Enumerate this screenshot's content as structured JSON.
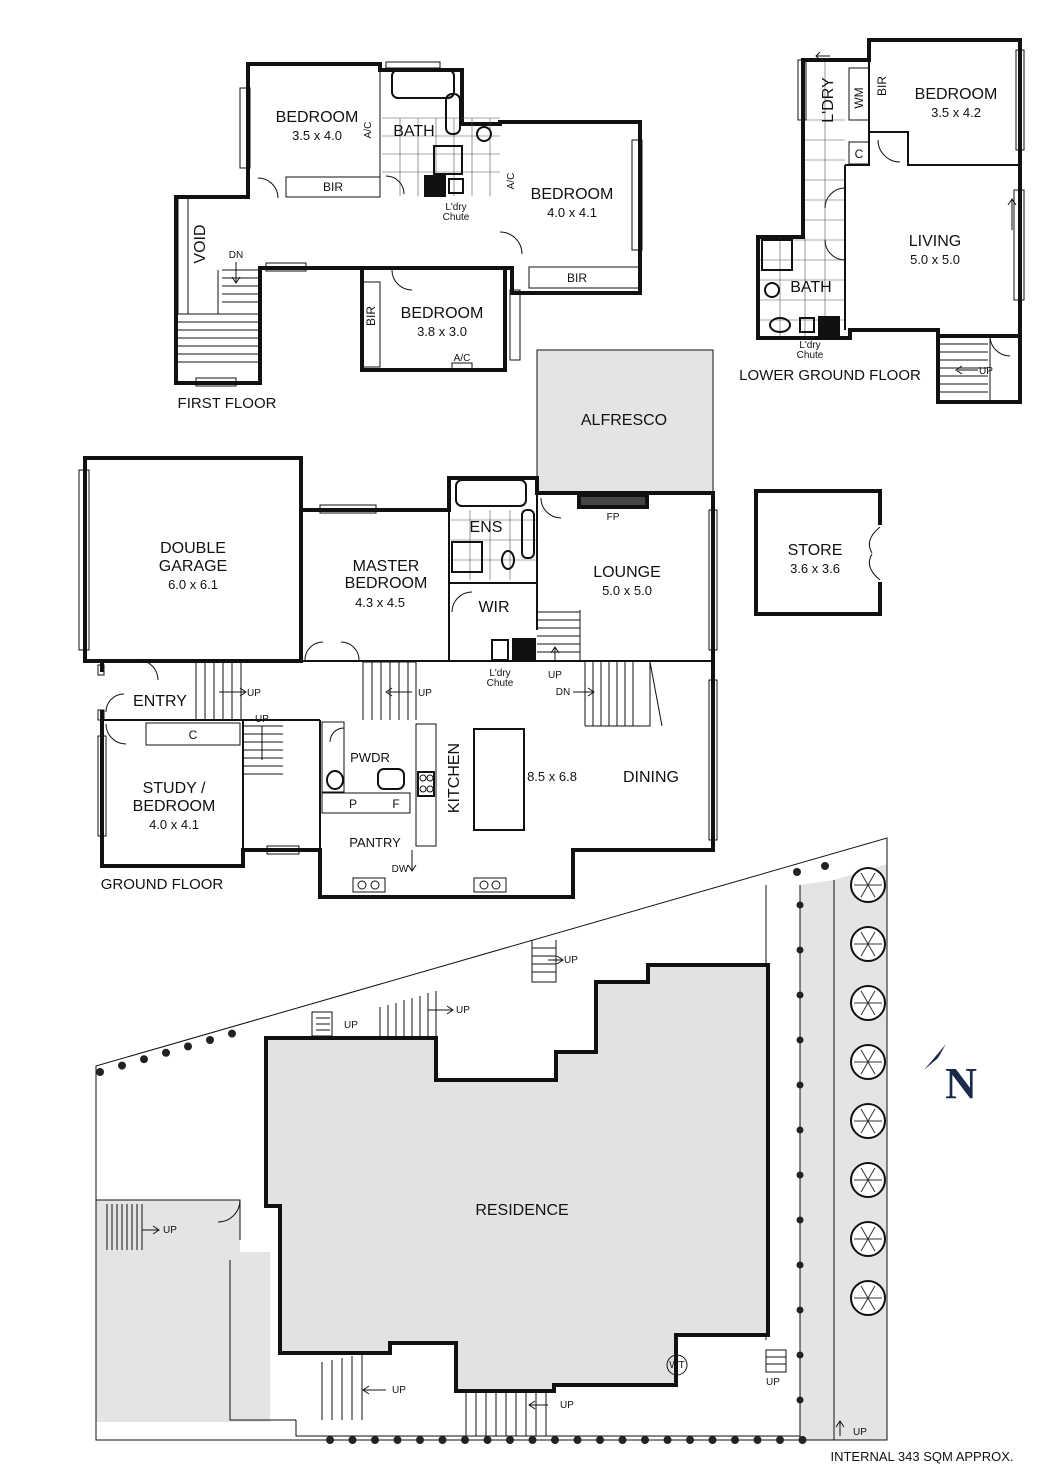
{
  "floors": {
    "first": "FIRST FLOOR",
    "lower_ground": "LOWER GROUND FLOOR",
    "ground": "GROUND FLOOR"
  },
  "rooms": {
    "ff_bed1": {
      "name": "BEDROOM",
      "dim": "3.5 x 4.0"
    },
    "ff_bath": {
      "name": "BATH"
    },
    "ff_bed2": {
      "name": "BEDROOM",
      "dim": "4.0 x 4.1"
    },
    "ff_bed3": {
      "name": "BEDROOM",
      "dim": "3.8 x 3.0"
    },
    "ff_void": {
      "name": "VOID"
    },
    "lg_bed": {
      "name": "BEDROOM",
      "dim": "3.5 x 4.2"
    },
    "lg_living": {
      "name": "LIVING",
      "dim": "5.0 x 5.0"
    },
    "lg_bath": {
      "name": "BATH"
    },
    "lg_ldry": {
      "name": "L'DRY"
    },
    "alfresco": {
      "name": "ALFRESCO"
    },
    "garage": {
      "name1": "DOUBLE",
      "name2": "GARAGE",
      "dim": "6.0 x 6.1"
    },
    "master": {
      "name1": "MASTER",
      "name2": "BEDROOM",
      "dim": "4.3 x 4.5"
    },
    "ens": {
      "name": "ENS"
    },
    "wir": {
      "name": "WIR"
    },
    "lounge": {
      "name": "LOUNGE",
      "dim": "5.0 x 5.0"
    },
    "store": {
      "name": "STORE",
      "dim": "3.6 x 3.6"
    },
    "entry": {
      "name": "ENTRY"
    },
    "study": {
      "name1": "STUDY /",
      "name2": "BEDROOM",
      "dim": "4.0 x 4.1"
    },
    "pwdr": {
      "name": "PWDR"
    },
    "kitchen": {
      "name": "KITCHEN",
      "dim": "8.5 x 6.8"
    },
    "dining": {
      "name": "DINING"
    },
    "pantry": {
      "name": "PANTRY"
    },
    "residence": {
      "name": "RESIDENCE"
    }
  },
  "labels": {
    "bir": "BIR",
    "ac": "A/C",
    "ldry_chute1": "L'dry",
    "ldry_chute2": "Chute",
    "dn": "DN",
    "up": "UP",
    "wm": "WM",
    "c": "C",
    "fp": "FP",
    "p": "P",
    "f": "F",
    "dw": "DW",
    "wt": "WT",
    "north": "N"
  },
  "footer": {
    "area": "INTERNAL 343 SQM APPROX."
  }
}
